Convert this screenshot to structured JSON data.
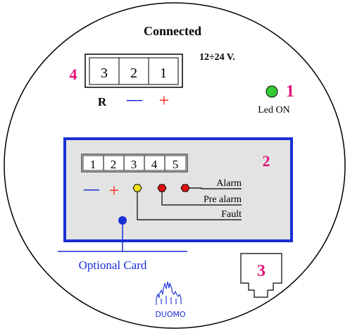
{
  "header": {
    "title": "Connected"
  },
  "power": {
    "voltage": "12÷24 V."
  },
  "top_terminal": {
    "callout": "4",
    "cells": [
      "3",
      "2",
      "1"
    ],
    "labels": {
      "r": "R",
      "minus": "—",
      "plus": "+"
    }
  },
  "led": {
    "callout": "1",
    "label": "Led ON",
    "color": "#33cc33"
  },
  "card": {
    "callout": "2",
    "cells": [
      "1",
      "2",
      "3",
      "4",
      "5"
    ],
    "minus": "—",
    "plus": "+",
    "indicators": [
      {
        "label": "Alarm",
        "color": "#dd1111"
      },
      {
        "label": "Pre alarm",
        "color": "#dd1111"
      },
      {
        "label": "Fault",
        "color": "#f2e21c"
      }
    ],
    "optional_label": "Optional Card",
    "border_color": "#1a2fd6",
    "fill": "#e3e3e3"
  },
  "connector": {
    "callout": "3"
  },
  "logo": {
    "text": "DUOMO"
  },
  "colors": {
    "callout": "#e0137a",
    "plus": "#ff2020",
    "minus": "#1a2fd6",
    "optional": "#1a2fd6"
  }
}
